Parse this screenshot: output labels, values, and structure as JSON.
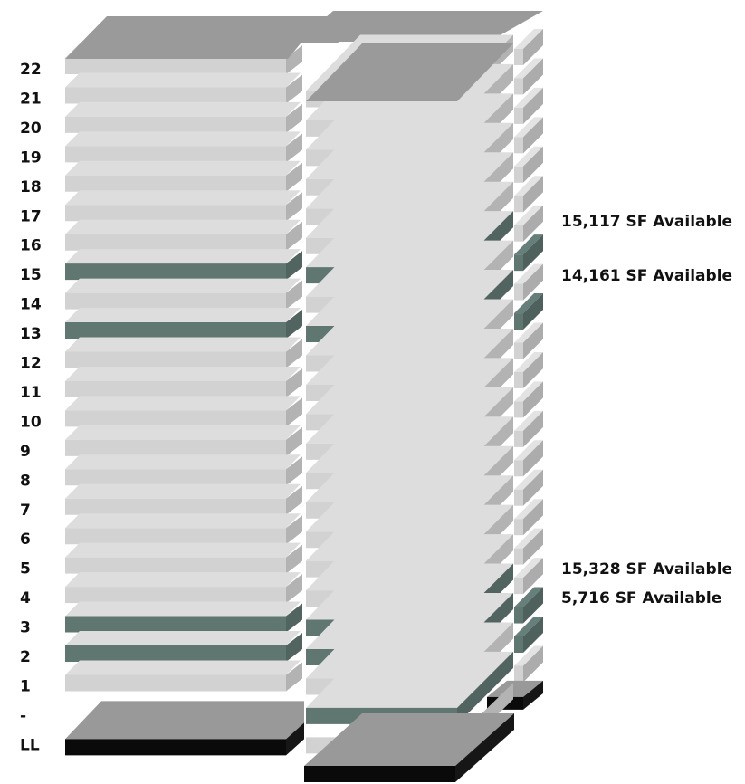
{
  "colors": {
    "available": "#5f7671",
    "leased": "#d2d2d2",
    "roof": "#9a9a9a",
    "base": "#0a0a0a",
    "base_top": "#999999"
  },
  "floors": [
    {
      "label": "22",
      "status": "leased"
    },
    {
      "label": "21",
      "status": "leased"
    },
    {
      "label": "20",
      "status": "leased"
    },
    {
      "label": "19",
      "status": "leased"
    },
    {
      "label": "18",
      "status": "leased"
    },
    {
      "label": "17",
      "status": "leased"
    },
    {
      "label": "16",
      "status": "leased"
    },
    {
      "label": "15",
      "status": "available"
    },
    {
      "label": "14",
      "status": "leased"
    },
    {
      "label": "13",
      "status": "available"
    },
    {
      "label": "12",
      "status": "leased"
    },
    {
      "label": "11",
      "status": "leased"
    },
    {
      "label": "10",
      "status": "leased"
    },
    {
      "label": "9",
      "status": "leased"
    },
    {
      "label": "8",
      "status": "leased"
    },
    {
      "label": "7",
      "status": "leased"
    },
    {
      "label": "6",
      "status": "leased"
    },
    {
      "label": "5",
      "status": "leased"
    },
    {
      "label": "4",
      "status": "leased"
    },
    {
      "label": "3",
      "status": "available"
    },
    {
      "label": "2",
      "status": "available"
    },
    {
      "label": "1",
      "status": "leased"
    },
    {
      "label": "-",
      "status": "base"
    },
    {
      "label": "LL",
      "status": "base"
    }
  ],
  "availability": [
    {
      "text": "15,117 SF Available"
    },
    {
      "text": "14,161 SF Available"
    },
    {
      "text": "15,328 SF Available"
    },
    {
      "text": "5,716 SF Available"
    }
  ]
}
